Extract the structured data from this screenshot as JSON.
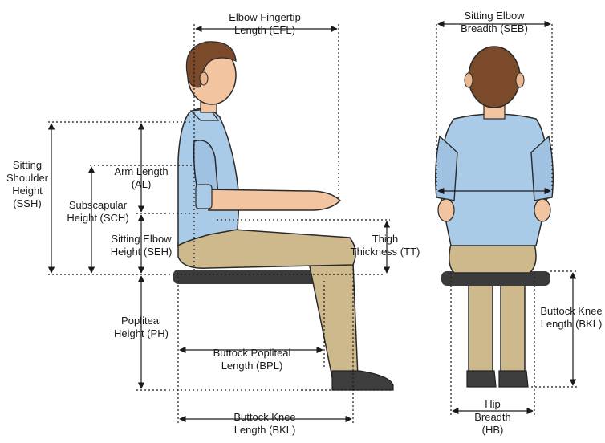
{
  "labels": {
    "efl": {
      "line1": "Elbow Fingertip",
      "line2": "Length (EFL)"
    },
    "seb": {
      "line1": "Sitting Elbow",
      "line2": "Breadth (SEB)"
    },
    "ssh": {
      "line1": "Sitting",
      "line2": "Shoulder",
      "line3": "Height",
      "line4": "(SSH)"
    },
    "al": {
      "line1": "Arm Length",
      "line2": "(AL)"
    },
    "sch": {
      "line1": "Subscapular",
      "line2": "Height (SCH)"
    },
    "seh": {
      "line1": "Sitting Elbow",
      "line2": "Height (SEH)"
    },
    "tt": {
      "line1": "Thigh",
      "line2": "Thickness (TT)"
    },
    "ph": {
      "line1": "Popliteal",
      "line2": "Height (PH)"
    },
    "bpl": {
      "line1": "Buttock Popliteal",
      "line2": "Length (BPL)"
    },
    "bkl": {
      "line1": "Buttock Knee",
      "line2": "Length (BKL)"
    },
    "bkl_front": {
      "line1": "Buttock Knee",
      "line2": "Length (BKL)"
    },
    "hb": {
      "line1": "Hip",
      "line2": "Breadth",
      "line3": "(HB)"
    }
  },
  "colors": {
    "skin": "#f2c4a0",
    "hair": "#7a4a2a",
    "shirt": "#a9cbe8",
    "pants": "#cdb98c",
    "shoe": "#3e3e3e",
    "seat": "#3b3b3b",
    "line": "#1a1a1a"
  }
}
